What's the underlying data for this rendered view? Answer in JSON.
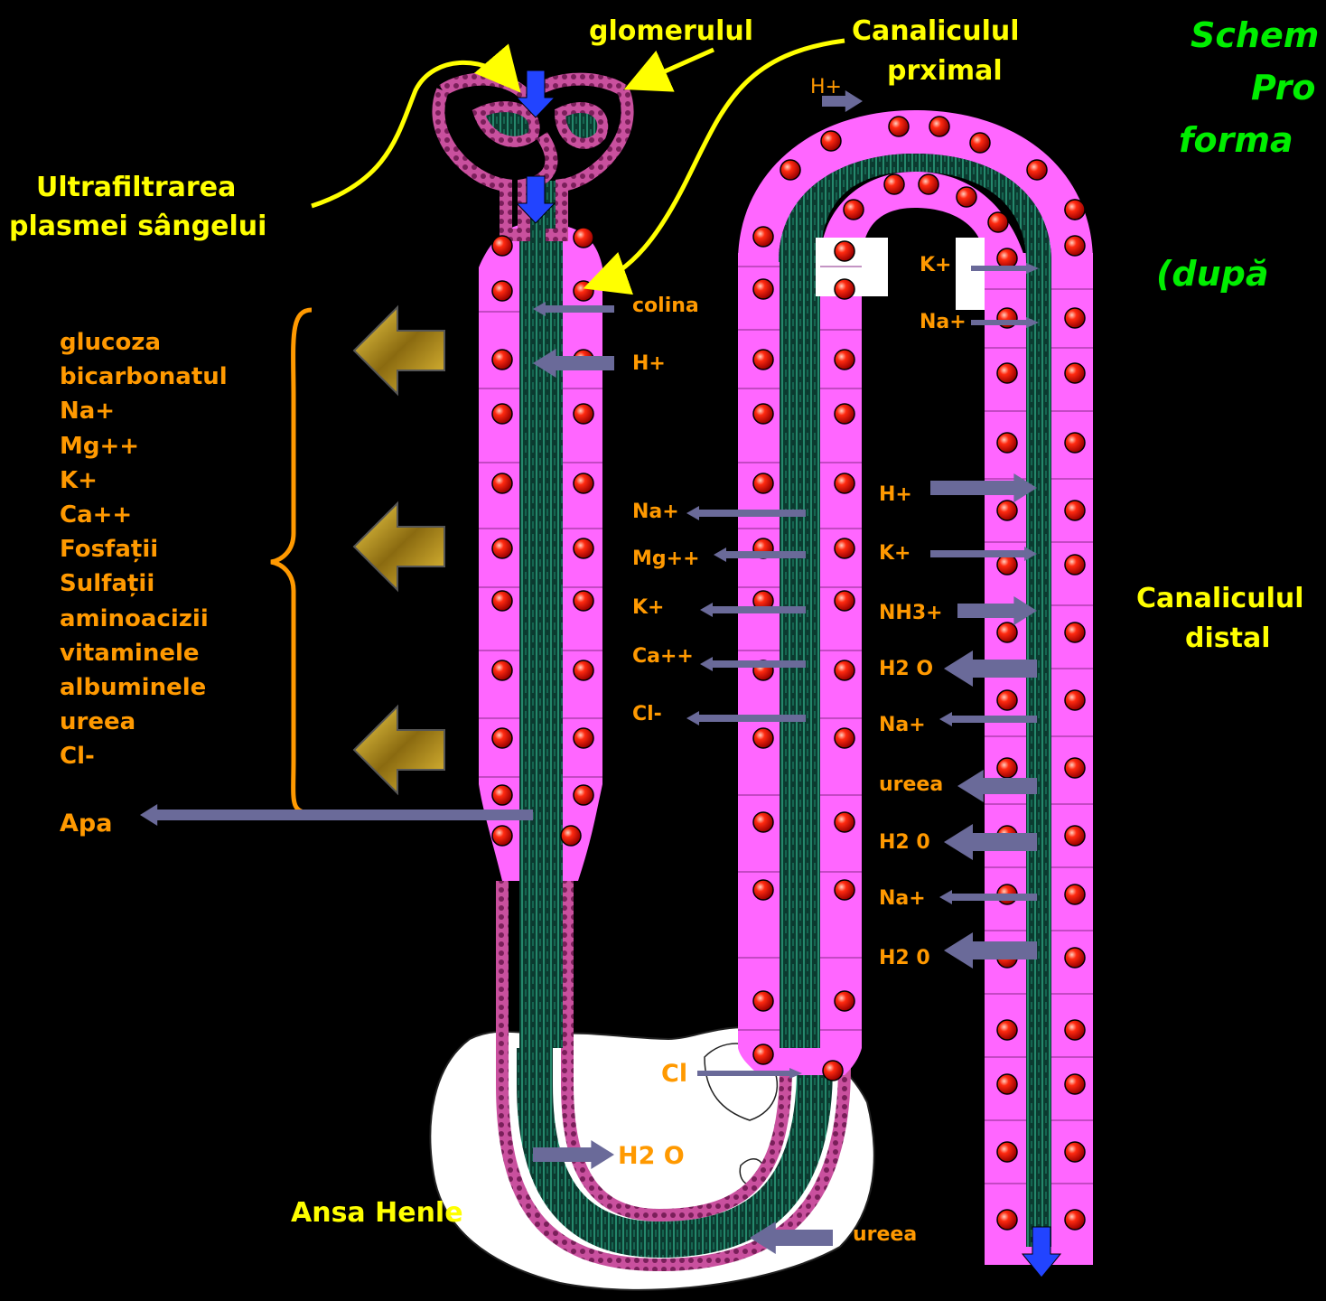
{
  "title_lines": [
    "Schem",
    "Pro",
    "forma",
    "(după"
  ],
  "labels": {
    "glomerulus": "glomerulul",
    "proximal_line1": "Canaliculul",
    "proximal_line2": "prximal",
    "ultrafiltration_line1": "Ultrafiltrarea",
    "ultrafiltration_line2": "plasmei sângelui",
    "distal_line1": "Canaliculul",
    "distal_line2": "distal",
    "henle_loop": "Ansa Henle",
    "water": "Apa"
  },
  "reabsorbed_substances": [
    "glucoza",
    "bicarbonatul",
    "Na+",
    "Mg++",
    "K+",
    "Ca++",
    "Fosfații",
    "Sulfații",
    "aminoacizii",
    "vitaminele",
    "albuminele",
    "ureea",
    "Cl-"
  ],
  "proximal_ions": {
    "top_h": "H+",
    "colina": "colina",
    "h": "H+"
  },
  "henle_out_ions": [
    "Na+",
    "Mg++",
    "K+",
    "Ca++",
    "Cl-"
  ],
  "distal_in_ions": {
    "k": "K+",
    "na": "Na+"
  },
  "distal_ions": [
    "H+",
    "K+",
    "NH3+",
    "H2 O",
    "Na+",
    "ureea",
    "H2 0",
    "Na+",
    "H2 0"
  ],
  "bottom_labels": {
    "cl": "Cl",
    "h2o": "H2 O",
    "ureea": "ureea"
  },
  "colors": {
    "background": "#000000",
    "cell": "#ff66ff",
    "nucleus": "#ff2200",
    "lumen": "#0e4a3a",
    "arrow": "#6a6a99",
    "yellow_text": "#ffff00",
    "orange_text": "#ff9900",
    "green_title": "#00ee00",
    "blue_arrow": "#2244ff",
    "brace": "#ff9900",
    "tissue": "#ffffff"
  },
  "icons": [
    "yellow-left-arrow-icon",
    "blue-down-arrow-icon",
    "grey-arrow-icon"
  ]
}
